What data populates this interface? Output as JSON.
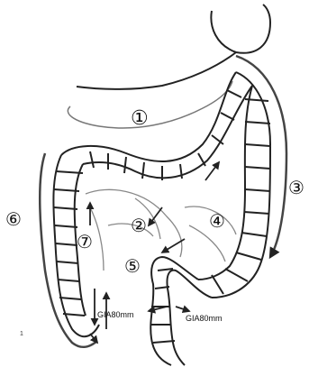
{
  "figure": {
    "labels": {
      "n1": "①",
      "n2": "②",
      "n3": "③",
      "n4": "④",
      "n5": "⑤",
      "n6": "⑥",
      "n7": "⑦",
      "stapler_left": "GIA80mm",
      "stapler_right": "GIA80mm",
      "page_mark": "1"
    }
  }
}
